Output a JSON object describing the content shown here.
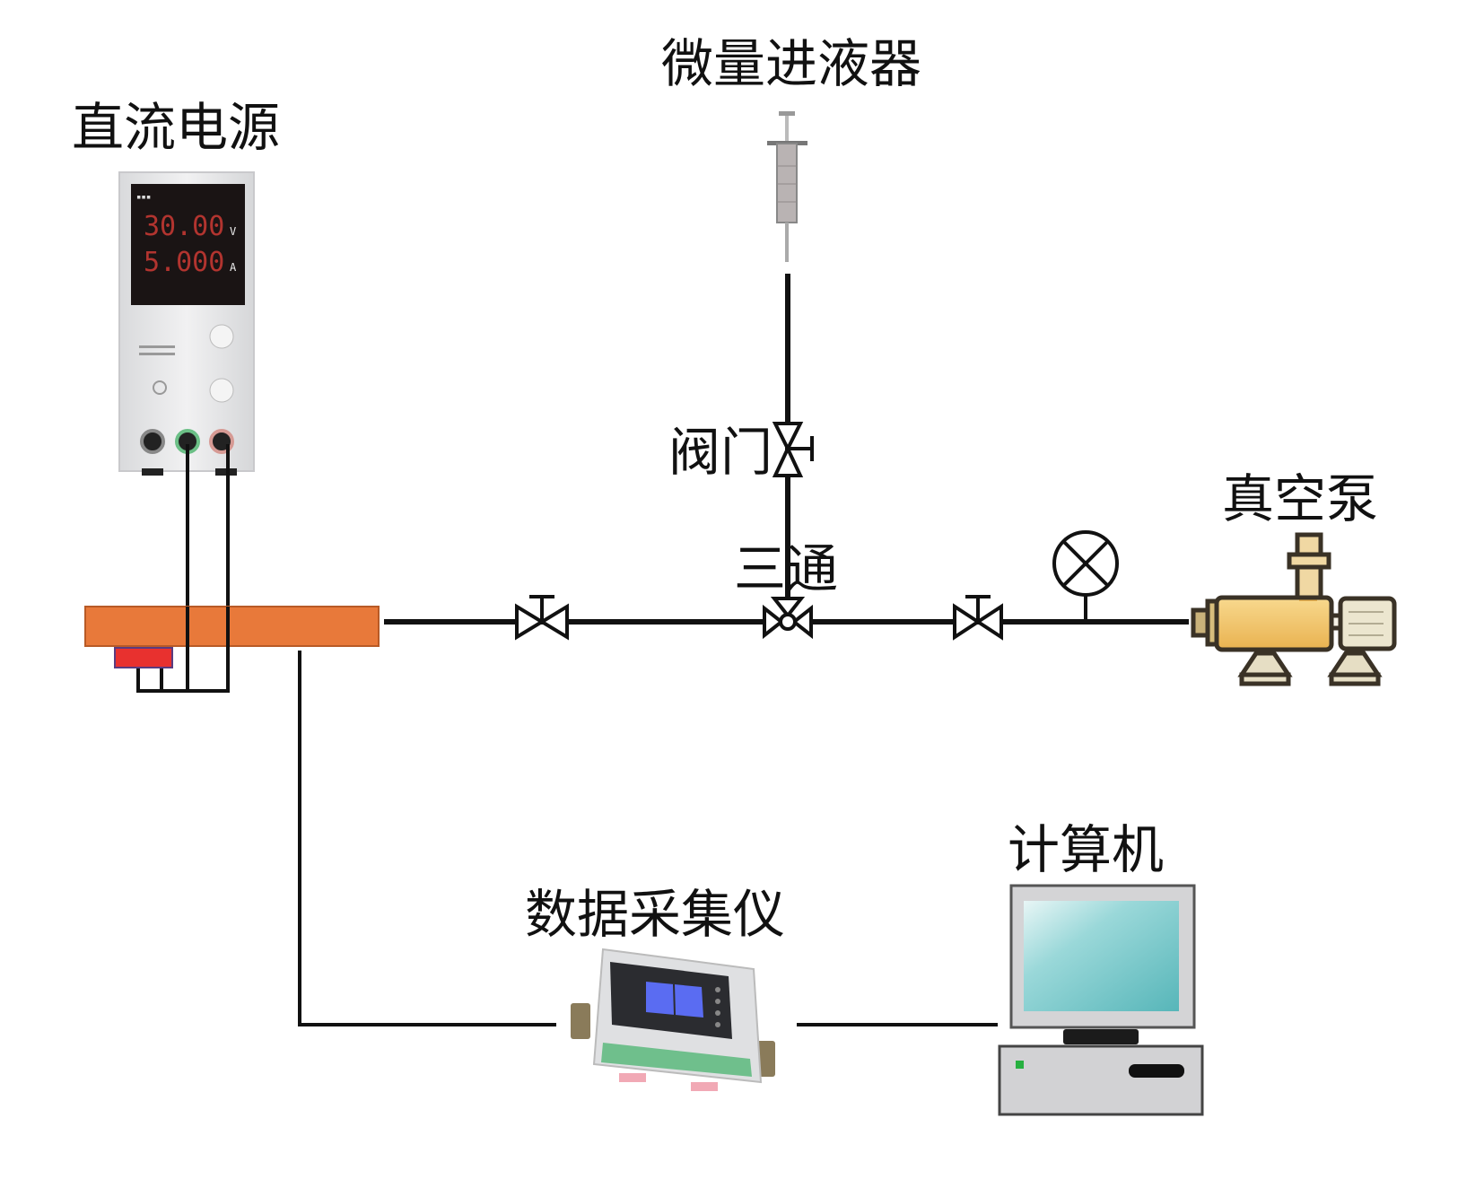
{
  "diagram": {
    "components": {
      "dc_power": {
        "label": "直流电源",
        "voltage_readout": "30.00",
        "voltage_unit": "V",
        "current_readout": "5.000",
        "current_unit": "A"
      },
      "micro_injector": {
        "label": "微量进液器"
      },
      "valve": {
        "label": "阀门"
      },
      "tee": {
        "label": "三通"
      },
      "vacuum_pump": {
        "label": "真空泵"
      },
      "data_logger": {
        "label": "数据采集仪"
      },
      "computer": {
        "label": "计算机"
      }
    },
    "colors": {
      "heater_block": "#E8793A",
      "heater_element": "#E8312F",
      "pump_body": "#F2C56A",
      "monitor_screen": "#6EC6C8",
      "pipe": "#111111"
    }
  }
}
